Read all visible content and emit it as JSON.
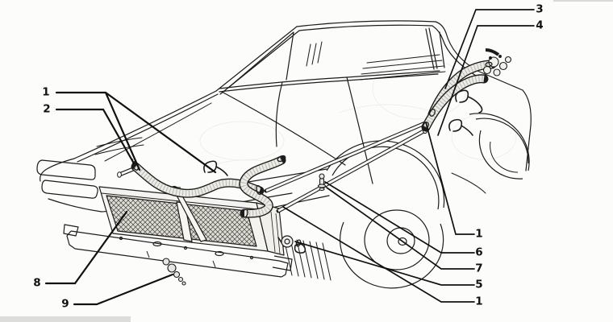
{
  "figure": {
    "type": "technical-parts-line-diagram",
    "subject": "Sports car cooling system: radiator, coolant pipes and hoses with numbered part callouts",
    "colors": {
      "line": "#1c1c1c",
      "background": "#fcfcfa",
      "hose_fill": "#ecebe5",
      "radiator_core": "#dedcd5"
    },
    "callouts": [
      {
        "label": "1"
      },
      {
        "label": "2"
      },
      {
        "label": "3"
      },
      {
        "label": "4"
      },
      {
        "label": "1"
      },
      {
        "label": "6"
      },
      {
        "label": "7"
      },
      {
        "label": "5"
      },
      {
        "label": "1"
      },
      {
        "label": "8"
      },
      {
        "label": "9"
      }
    ]
  }
}
